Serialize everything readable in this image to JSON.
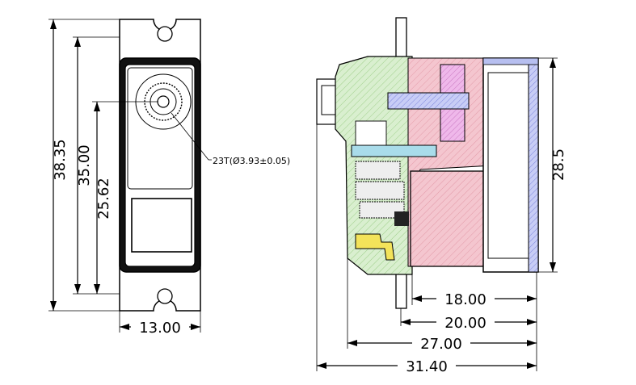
{
  "front_view": {
    "dimensions": {
      "total_height": "38.35",
      "body_height": "35.00",
      "shaft_to_bottom": "25.62",
      "width": "13.00"
    },
    "spline_callout": "23T(Ø3.93±0.05)"
  },
  "side_view": {
    "dimensions": {
      "body_height": "28.5",
      "d1": "18.00",
      "d2": "20.00",
      "d3": "27.00",
      "d4": "31.40"
    }
  },
  "colors": {
    "green_housing": "#cfe8c0",
    "pink_gear": "#f4c6cf",
    "magenta_gear": "#e8a7e0",
    "blue_shaft": "#7d7fe0",
    "cyan_shaft": "#a9dcea",
    "yellow_part": "#f3e35a",
    "cover_blue": "#b7bff0",
    "housing_gray": "#d6d6d6"
  }
}
